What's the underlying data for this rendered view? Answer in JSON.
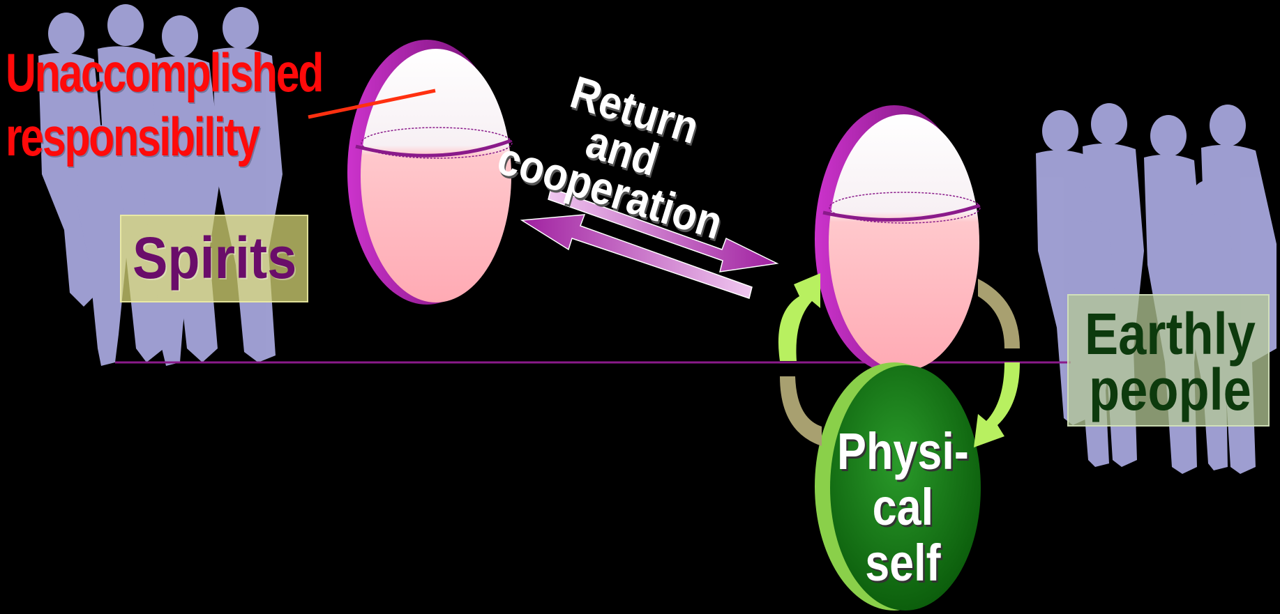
{
  "labels": {
    "unaccomplished_line1": "Unaccomplished",
    "unaccomplished_line2": "responsibility",
    "return_line1": "Return",
    "return_line2": "and",
    "return_line3": "cooperation",
    "spirits": "Spirits",
    "earthly_line1": "Earthly",
    "earthly_line2": "people",
    "physical_line1": "Physi-",
    "physical_line2": "cal",
    "physical_line3": "self"
  },
  "colors": {
    "background": "#000000",
    "silhouettes": "#a6a6dc",
    "unaccomplished_text": "#ff0a0a",
    "spirits_text": "#6a0d6a",
    "earthly_text": "#0d3a0d",
    "magenta_accent": "#8a1a8a",
    "physical_self_fill": "#1a7a1a",
    "cycle_arrow_green": "#b8f060",
    "cycle_arrow_tan": "#a8a070"
  },
  "icons": {
    "spirit_silhouettes": "people-silhouette-icon",
    "earthly_silhouettes": "people-silhouette-icon"
  }
}
